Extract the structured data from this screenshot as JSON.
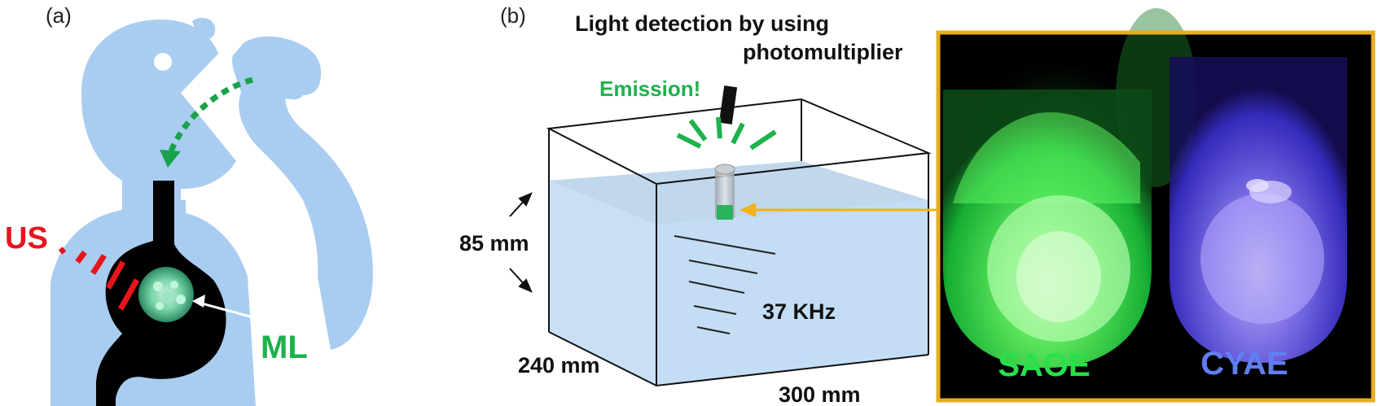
{
  "panels": [
    {
      "id": "a",
      "label": "(a)"
    },
    {
      "id": "b",
      "label": "(b)"
    }
  ],
  "panel_a": {
    "labels": {
      "us": "US",
      "ml": "ML"
    },
    "colors": {
      "body": "#a9cdf0",
      "us": "#e8141c",
      "ml": "#1bb24b",
      "arrow": "#1aa24a",
      "esophagus": "#000000"
    }
  },
  "panel_b": {
    "detector_label_line1": "Light detection  by using",
    "detector_label_line2": "photomultiplier",
    "emission_label": "Emission!",
    "dim_height": "85 mm",
    "dim_depth": "240 mm",
    "dim_width": "300 mm",
    "frequency": "37 KHz",
    "colors": {
      "water": "#c3ddf5",
      "emission": "#1db24b",
      "pointer_arrow": "#f2b31a",
      "frame": "#e6ad22"
    }
  },
  "photo": {
    "left_sample": "SAOE",
    "right_sample": "CYAE",
    "colors": {
      "saoe": "#3ef05a",
      "cyae": "#7b6cff",
      "background": "#000000"
    }
  }
}
